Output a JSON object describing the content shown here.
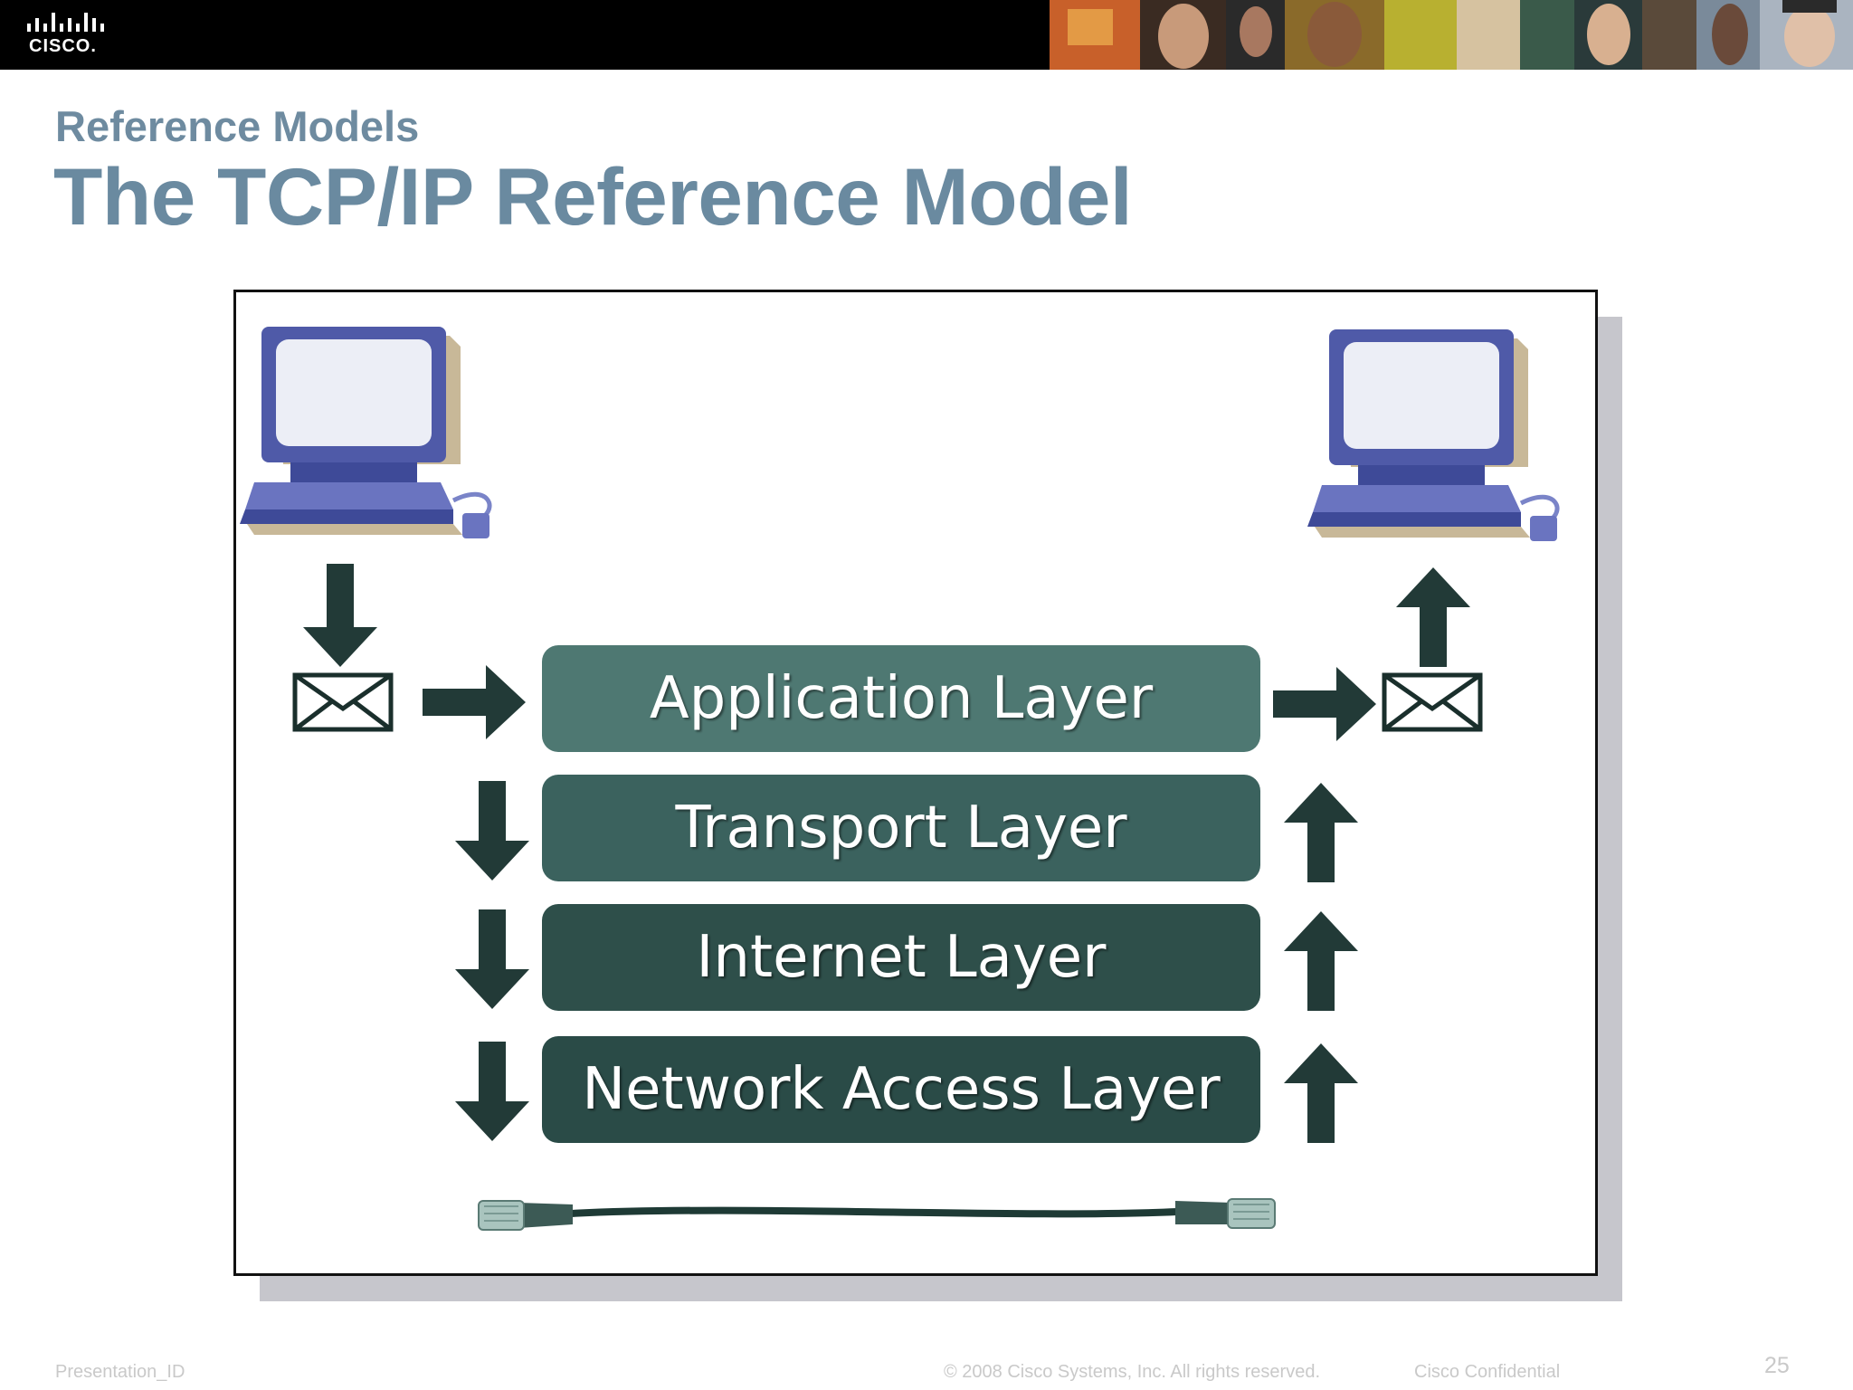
{
  "header": {
    "logo_label": "CISCO.",
    "subtitle": "Reference Models",
    "title": "The TCP/IP Reference Model"
  },
  "diagram": {
    "layers": [
      {
        "label": "Application Layer",
        "color": "#4e7872"
      },
      {
        "label": "Transport Layer",
        "color": "#3b625e"
      },
      {
        "label": "Internet Layer",
        "color": "#2e4f4a"
      },
      {
        "label": "Network Access Layer",
        "color": "#2a4b47"
      }
    ],
    "arrow_color": "#223a37"
  },
  "footer": {
    "presentation_id": "Presentation_ID",
    "copyright": "© 2008 Cisco Systems, Inc. All rights reserved.",
    "confidential": "Cisco Confidential",
    "page_number": "25"
  }
}
